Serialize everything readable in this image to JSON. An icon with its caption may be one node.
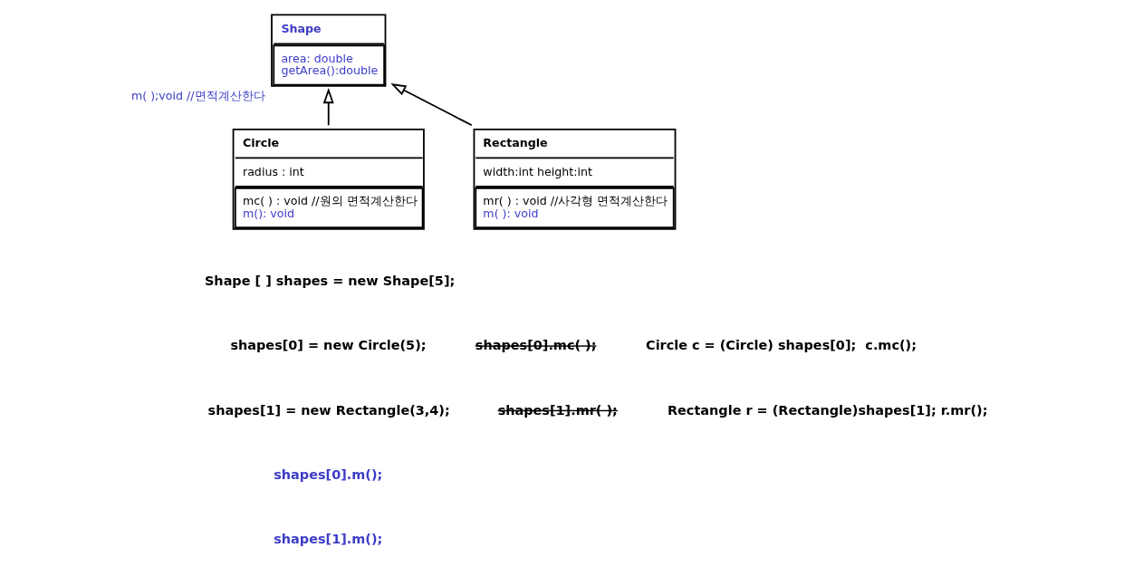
{
  "diagram": {
    "nodes": [
      {
        "text": [
          "Shape",
          "area: double",
          "getArea():double"
        ],
        "beside": [
          "m( );void //면적계산한다"
        ]
      },
      {
        "text": [
          "Circle",
          "radius : int",
          "mc( ) : void //원의 면적계산한다",
          "m(): void"
        ]
      },
      {
        "text": [
          "Rectangle",
          "width:int height:int",
          "mr( ) : void //사각형 면적계산한다",
          "m( ): void"
        ]
      }
    ],
    "edges": [
      {
        "from": 1,
        "to": 0,
        "arrow": "to"
      },
      {
        "from": 2,
        "to": 0,
        "arrow": "to"
      }
    ],
    "labels": [
      "Shape [ ] shapes = new Shape[5];",
      "shapes[0] = new Circle(5);",
      "shapes[0].mc( );",
      "Circle c = (Circle) shapes[0];  c.mc();",
      "shapes[1] = new Rectangle(3,4);",
      "shapes[1].mr( );",
      "Rectangle r = (Rectangle)shapes[1]; r.mr();",
      "shapes[0].m();",
      "shapes[1].m();"
    ]
  }
}
